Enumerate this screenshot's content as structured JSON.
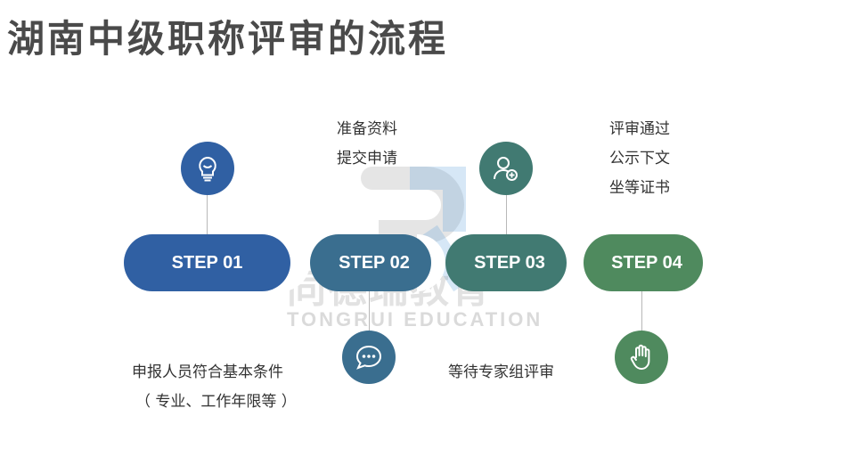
{
  "title": "湖南中级职称评审的流程",
  "watermark": {
    "cn": "同德瑞教育",
    "en": "TONGRUI EDUCATION"
  },
  "colors": {
    "step1": "#3060a3",
    "step2": "#3a6e8f",
    "step3": "#417a72",
    "step4": "#4f8a5e",
    "text": "#333333"
  },
  "steps": [
    {
      "label": "STEP 01",
      "icon": "lightbulb-icon",
      "text": [
        "申报人员符合基本条件",
        "（ 专业、工作年限等 ）"
      ]
    },
    {
      "label": "STEP 02",
      "icon": "chat-icon",
      "text": [
        "准备资料",
        "提交申请"
      ]
    },
    {
      "label": "STEP 03",
      "icon": "user-add-icon",
      "text": [
        "等待专家组评审"
      ]
    },
    {
      "label": "STEP 04",
      "icon": "hand-icon",
      "text": [
        "评审通过",
        "公示下文",
        "坐等证书"
      ]
    }
  ]
}
